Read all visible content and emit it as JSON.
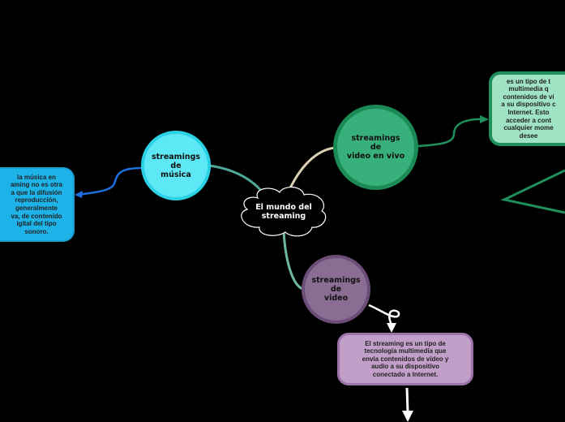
{
  "central": {
    "label_lines": [
      "El mundo del",
      "streaming"
    ]
  },
  "topics": {
    "musica": {
      "label_lines": [
        "streamings",
        "de",
        "música"
      ]
    },
    "vivo": {
      "label_lines": [
        "streamings",
        "de",
        "video en vivo"
      ]
    },
    "video": {
      "label_lines": [
        "streamings",
        "de",
        "video"
      ]
    }
  },
  "notes": {
    "musica": {
      "lines": [
        "la música en",
        "aming no es otra",
        "a que la difusión",
        "reproducción,",
        "generalmente",
        "va, de contenido",
        "igital del tipo",
        "sonoro."
      ]
    },
    "vivo": {
      "lines": [
        "es un tipo de t",
        "multimedia q",
        "contenidos de vi",
        "a su dispositivo c",
        "Internet. Esto",
        "acceder a cont",
        "cualquier mome",
        "desee"
      ]
    },
    "video": {
      "lines": [
        "El streaming es un tipo de",
        "tecnología multimedia que",
        "envía contenidos de vídeo y",
        "audio a su dispositivo",
        "conectado a Internet."
      ]
    }
  },
  "colors": {
    "musica": "#5ee8f6",
    "vivo": "#38b07c",
    "video": "#8a6d93",
    "musica_note": "#1db3e8",
    "vivo_note": "#9fe3c4",
    "video_note": "#c19fc8"
  }
}
